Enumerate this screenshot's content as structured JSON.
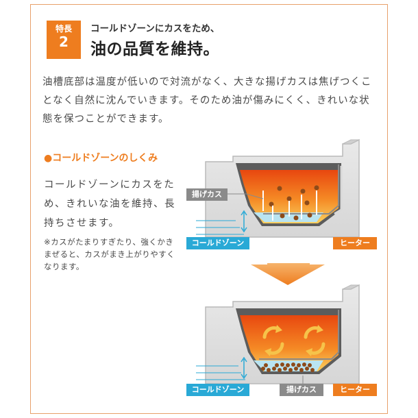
{
  "badge": {
    "label": "特長",
    "number": "2"
  },
  "header": {
    "subtitle": "コールドゾーンにカスをため、",
    "title": "油の品質を維持。"
  },
  "intro": "油槽底部は温度が低いので対流がなく、大きな揚げカスは焦げつくことなく自然に沈んでいきます。そのため油が傷みにくく、きれいな状態を保つことができます。",
  "section": {
    "title": "●コールドゾーンのしくみ",
    "body": "コールドゾーンにカスをため、きれいな油を維持、長持ちさせます。",
    "note": "※カスがたまりすぎたり、強くかきまぜると、カスがまき上がりやすくなります。"
  },
  "diagram_top": {
    "label_debris": "揚げカス",
    "label_cold_zone": "コールドゾーン",
    "label_heater": "ヒーター"
  },
  "diagram_bottom": {
    "label_cold_zone": "コールドゾーン",
    "label_debris": "揚げカス",
    "label_heater": "ヒーター"
  },
  "colors": {
    "accent": "#ee7d1f",
    "cold_zone": "#29a9d6",
    "oil_hot": "#f06a1e",
    "oil_warm": "#f7b23a"
  },
  "icons": {
    "arrow": "down-arrow-icon",
    "convection": "convection-arrows-icon"
  }
}
